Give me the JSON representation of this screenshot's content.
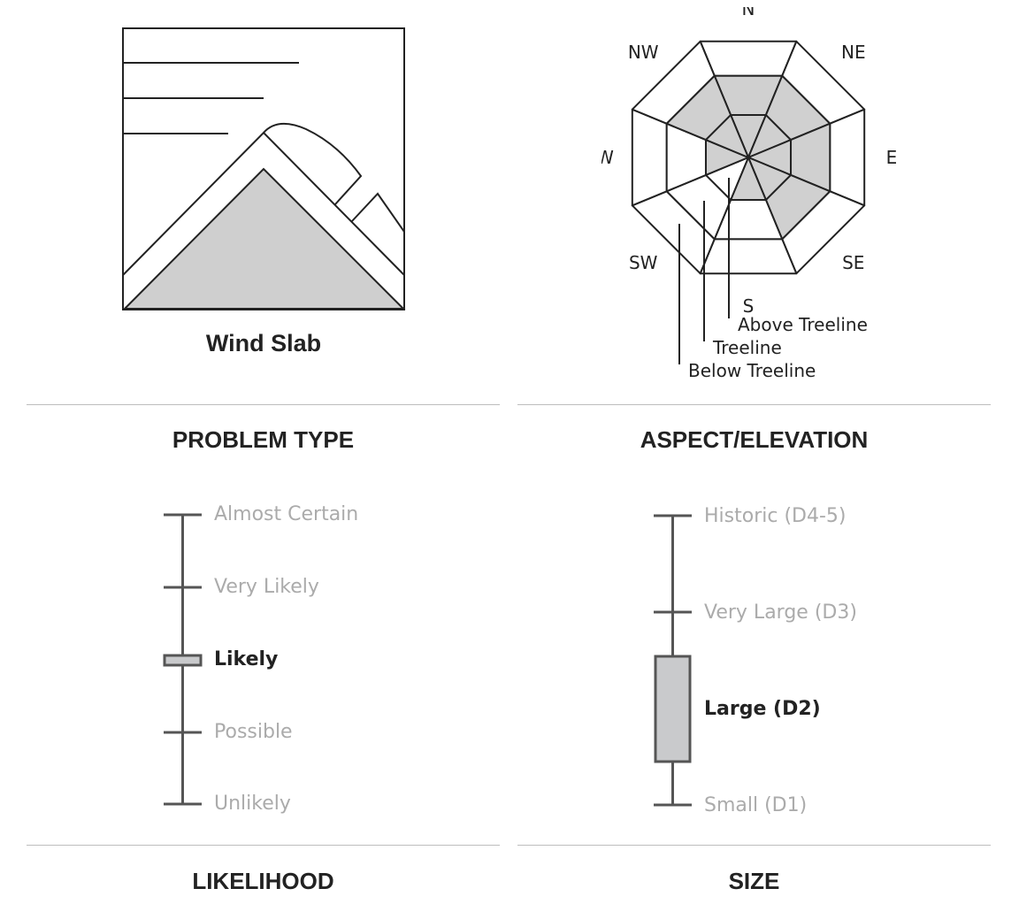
{
  "problem": {
    "name": "Wind Slab",
    "section_title": "PROBLEM TYPE",
    "icon": "wind-slab-icon"
  },
  "aspect": {
    "section_title": "ASPECT/ELEVATION",
    "directions": [
      "N",
      "NE",
      "E",
      "SE",
      "S",
      "SW",
      "W",
      "NW"
    ],
    "elevation_bands": [
      "Above Treeline",
      "Treeline",
      "Below Treeline"
    ],
    "shaded": {
      "Above Treeline": [
        "N",
        "NE",
        "E",
        "SE",
        "S",
        "W",
        "NW"
      ],
      "Treeline": [
        "N",
        "NE",
        "E",
        "SE",
        "NW"
      ],
      "Below Treeline": []
    },
    "shade_color": "#d0d0d0"
  },
  "likelihood": {
    "section_title": "LIKELIHOOD",
    "levels": [
      "Almost Certain",
      "Very Likely",
      "Likely",
      "Possible",
      "Unlikely"
    ],
    "selected": "Likely"
  },
  "size": {
    "section_title": "SIZE",
    "levels": [
      "Historic (D4-5)",
      "Very Large (D3)",
      "Large (D2)",
      "Small (D1)"
    ],
    "selected": "Large (D2)"
  },
  "colors": {
    "active_text": "#222222",
    "inactive_text": "#ababab",
    "bar": "#555555",
    "fill": "#c9cacc"
  }
}
